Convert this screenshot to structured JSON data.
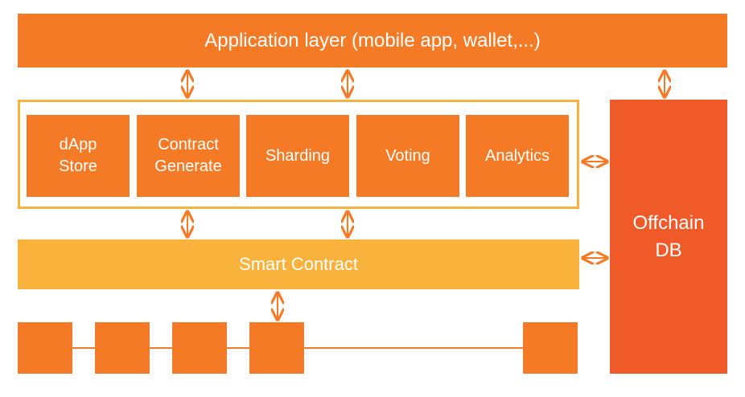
{
  "application_layer": {
    "label": "Application layer (mobile app, wallet,...)"
  },
  "modules": [
    {
      "label": "dApp\nStore"
    },
    {
      "label": "Contract\nGenerate"
    },
    {
      "label": "Sharding"
    },
    {
      "label": "Voting"
    },
    {
      "label": "Analytics"
    }
  ],
  "smart_contract": {
    "label": "Smart Contract"
  },
  "offchain_db": {
    "label": "Offchain\nDB"
  },
  "colors": {
    "primary_orange": "#f47a26",
    "secondary_yellow": "#f9b23b",
    "offchain_red_orange": "#f05a28",
    "text": "#ffffff"
  }
}
